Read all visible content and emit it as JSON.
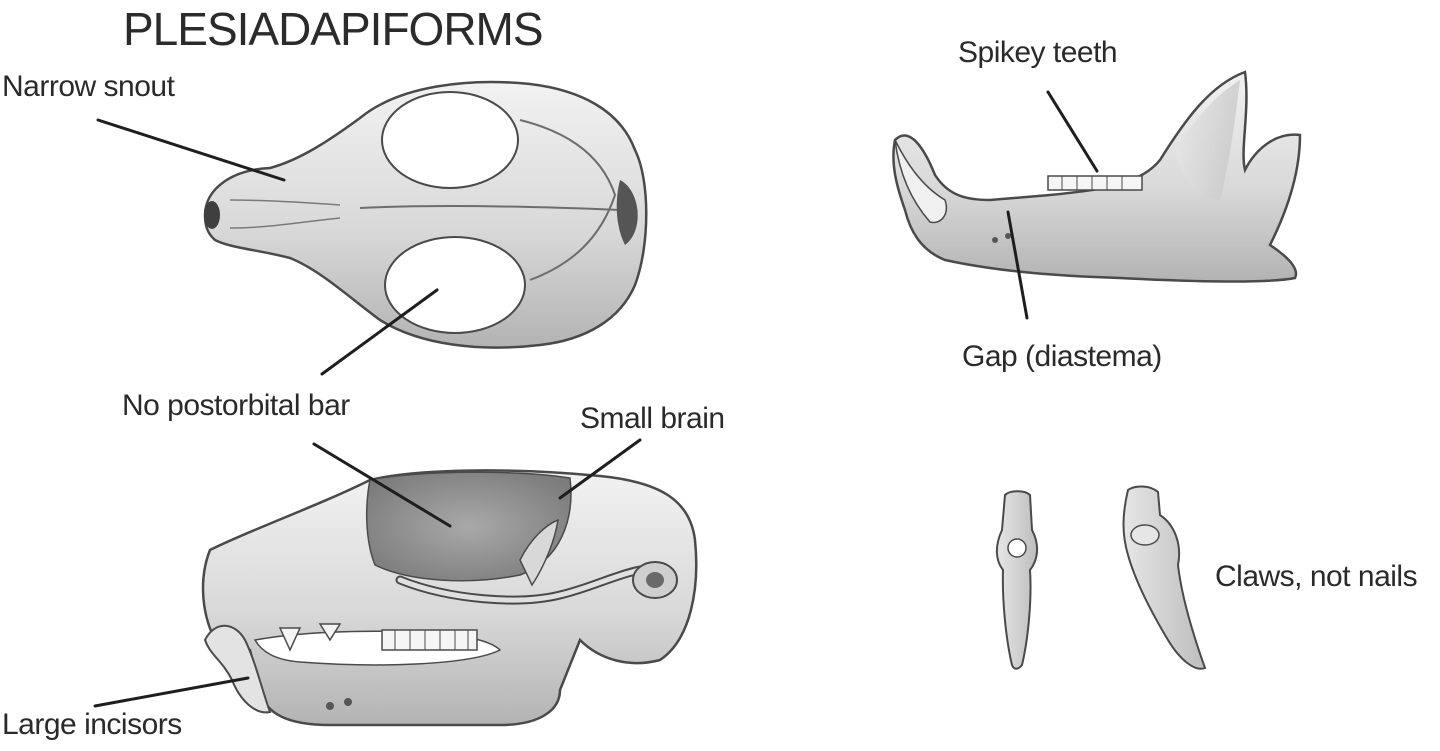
{
  "title": "PLESIADAPIFORMS",
  "labels": {
    "narrow_snout": "Narrow snout",
    "no_postorbital_bar": "No postorbital bar",
    "small_brain": "Small brain",
    "large_incisors": "Large incisors",
    "spikey_teeth": "Spikey teeth",
    "gap_diastema": "Gap (diastema)",
    "claws_not_nails": "Claws, not nails"
  },
  "colors": {
    "bone_light": "#ececec",
    "bone_mid": "#cfcfcf",
    "bone_dark": "#8f8f8f",
    "outline": "#4a4a4a",
    "leader": "#1e1e1e"
  }
}
